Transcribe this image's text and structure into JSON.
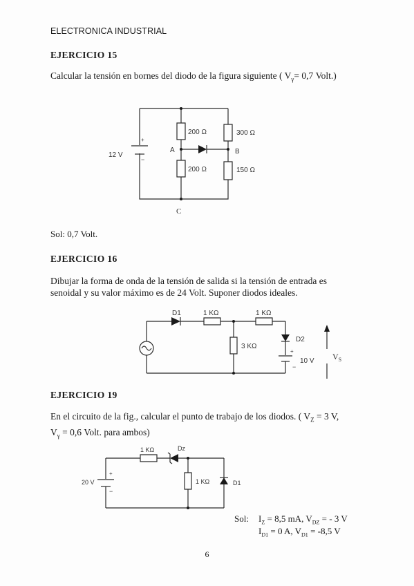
{
  "header": "ELECTRONICA INDUSTRIAL",
  "ex15": {
    "title": "EJERCICIO 15",
    "statement": "Calcular la tensión en bornes del diodo de la figura siguiente ( V",
    "statement_sub": "γ",
    "statement_end": "= 0,7 Volt.)",
    "circuit": {
      "source": "12 V",
      "plus": "+",
      "minus": "−",
      "r_top_left": "200 Ω",
      "r_bottom_left": "200 Ω",
      "r_top_right": "300 Ω",
      "r_bottom_right": "150 Ω",
      "node_a": "A",
      "node_b": "B",
      "node_c": "C"
    },
    "solution": "Sol:   0,7 Volt."
  },
  "ex16": {
    "title": "EJERCICIO 16",
    "statement_line1": "Dibujar la forma de onda de la tensión de salida si la tensión de entrada es",
    "statement_line2": "senoidal y su valor máximo es de 24 Volt. Suponer diodos ideales.",
    "circuit": {
      "d1": "D1",
      "r1": "1 KΩ",
      "r2": "1 KΩ",
      "r3": "3 KΩ",
      "d2": "D2",
      "battery": "10 V",
      "plus": "+",
      "minus": "−",
      "vout": "V",
      "vout_sub": "S"
    }
  },
  "ex19": {
    "title": "EJERCICIO 19",
    "statement_line1": "En el circuito de la fig., calcular el punto de  trabajo de los diodos. ( V",
    "statement_line1_sub": "Z",
    "statement_line1_end": " = 3 V,",
    "statement_line2": "V",
    "statement_line2_sub": "γ",
    "statement_line2_end": " = 0,6 Volt. para ambos)",
    "circuit": {
      "source": "20 V",
      "plus": "+",
      "minus": "−",
      "r1": "1 KΩ",
      "r2": "1 KΩ",
      "dz": "Dz",
      "d1": "D1"
    },
    "solution_label": "Sol:",
    "solution_line1": "I",
    "solution_line1_sub": "Z",
    "solution_line1_mid": " = 8,5 mA, V",
    "solution_line1_sub2": "DZ",
    "solution_line1_end": " = - 3 V",
    "solution_line2": "I",
    "solution_line2_sub": "D1",
    "solution_line2_mid": " = 0 A,  V",
    "solution_line2_sub2": "D1",
    "solution_line2_end": " = -8,5 V"
  },
  "page_number": "6"
}
